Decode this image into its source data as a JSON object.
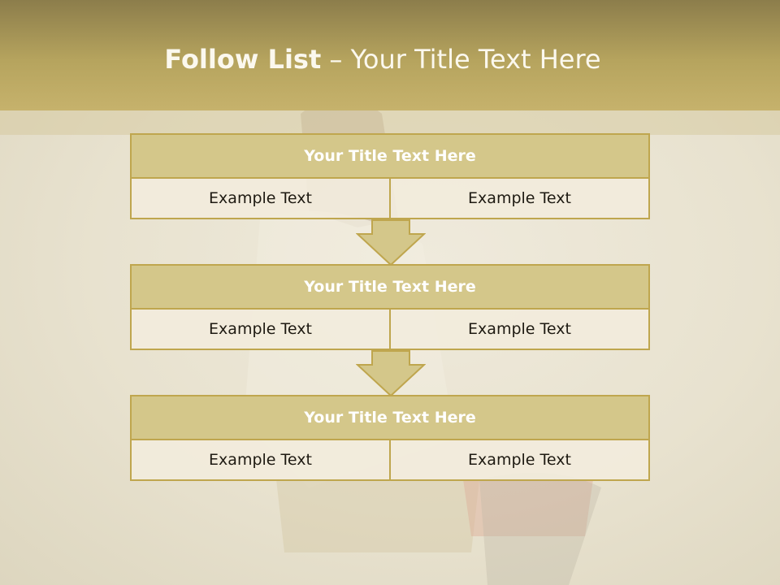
{
  "header": {
    "title_bold": "Follow List",
    "title_rest": " – Your Title Text Here"
  },
  "blocks": [
    {
      "title": "Your Title Text Here",
      "cells": [
        "Example Text",
        "Example Text"
      ]
    },
    {
      "title": "Your Title Text Here",
      "cells": [
        "Example Text",
        "Example Text"
      ]
    },
    {
      "title": "Your Title Text Here",
      "cells": [
        "Example Text",
        "Example Text"
      ]
    }
  ],
  "colors": {
    "header": "#b6a45e",
    "block_title_fill": "#d4c78a",
    "border": "#bfa64e",
    "cell_fill": "#f2ecdc"
  }
}
